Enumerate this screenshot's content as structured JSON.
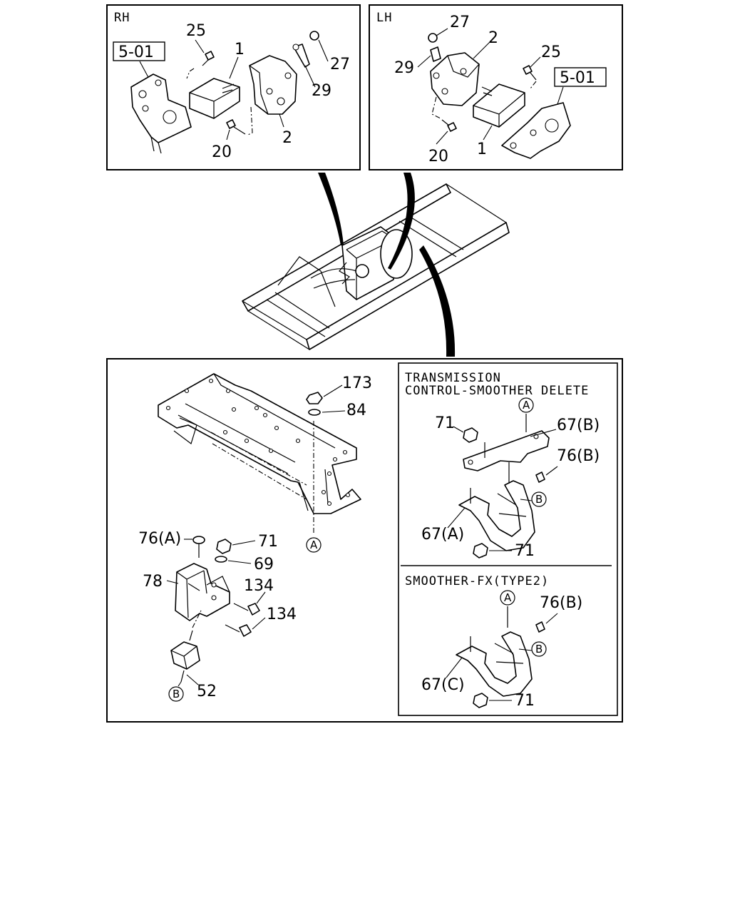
{
  "panels": {
    "rh": {
      "heading": "RH",
      "ref_box": "5-01",
      "callouts": {
        "c25": "25",
        "c1": "1",
        "c27": "27",
        "c29": "29",
        "c20": "20",
        "c2": "2"
      }
    },
    "lh": {
      "heading": "LH",
      "ref_box": "5-01",
      "callouts": {
        "c27": "27",
        "c2": "2",
        "c29": "29",
        "c25": "25",
        "c20": "20",
        "c1": "1"
      }
    },
    "frame_mount": {
      "callouts": {
        "c173": "173",
        "c84": "84",
        "a_circle": "A",
        "c76a": "76(A)",
        "c71": "71",
        "c69": "69",
        "c78": "78",
        "c134a": "134",
        "c134b": "134",
        "c52": "52",
        "b_circle": "B"
      }
    },
    "trans_delete": {
      "heading_line1": "TRANSMISSION",
      "heading_line2": "CONTROL-SMOOTHER DELETE",
      "callouts": {
        "a_circle": "A",
        "c71a": "71",
        "c67b": "67(B)",
        "c76b": "76(B)",
        "b_circle": "B",
        "c67a": "67(A)",
        "c71b": "71"
      }
    },
    "smoother_fx": {
      "heading": "SMOOTHER-FX(TYPE2)",
      "callouts": {
        "a_circle": "A",
        "c76b": "76(B)",
        "b_circle": "B",
        "c67c": "67(C)",
        "c71": "71"
      }
    }
  }
}
